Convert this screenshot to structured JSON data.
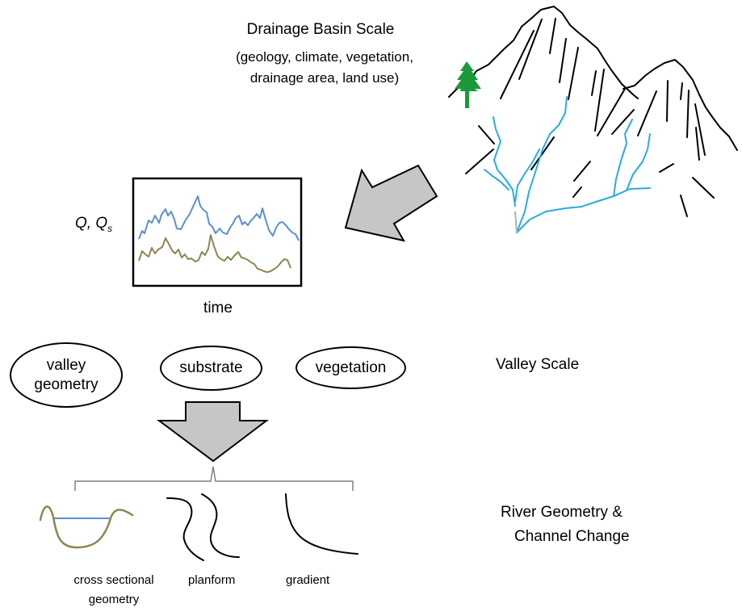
{
  "basin": {
    "title": "Drainage Basin Scale",
    "details_line1": "(geology, climate, vegetation,",
    "details_line2": "drainage area, land use)"
  },
  "hydrograph": {
    "ylabel_main": "Q, Q",
    "ylabel_sub": "s",
    "xlabel": "time"
  },
  "valley": {
    "label": "Valley Scale",
    "factors": {
      "geometry_line1": "valley",
      "geometry_line2": "geometry",
      "substrate": "substrate",
      "vegetation": "vegetation"
    }
  },
  "river": {
    "label_line1": "River Geometry &",
    "label_line2": "Channel Change",
    "cross_section_line1": "cross sectional",
    "cross_section_line2": "geometry",
    "planform": "planform",
    "gradient": "gradient"
  },
  "colors": {
    "discharge": "#5b8fd1",
    "sediment": "#8e8652",
    "stream": "#29abe2",
    "tree": "#1a9a3a",
    "arrow_fill": "#c6c6c6"
  }
}
